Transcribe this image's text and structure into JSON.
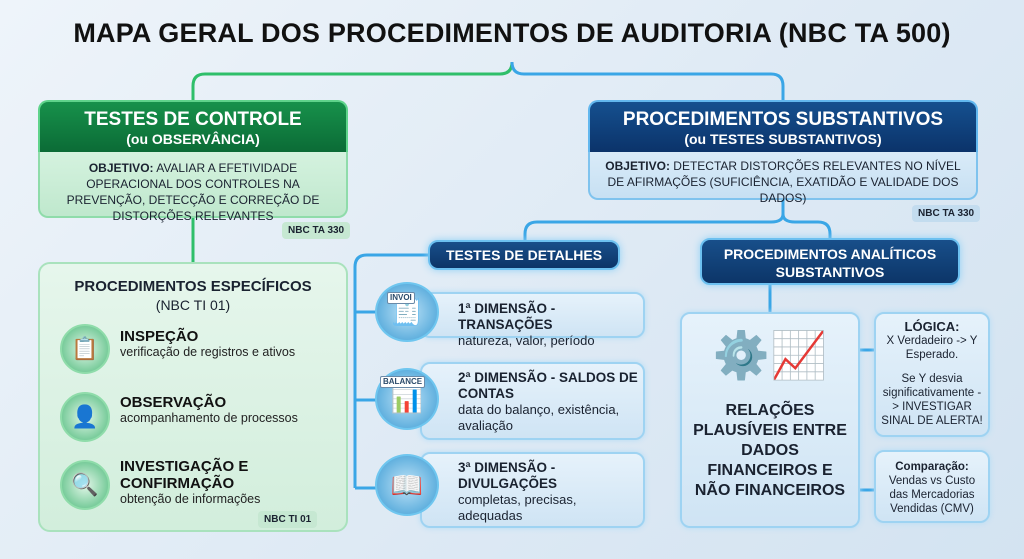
{
  "title": "MAPA GERAL DOS PROCEDIMENTOS DE AUDITORIA (NBC TA 500)",
  "controle": {
    "title": "TESTES DE CONTROLE",
    "subtitle": "(ou OBSERVÂNCIA)",
    "objective_label": "OBJETIVO:",
    "objective": " AVALIAR A EFETIVIDADE OPERACIONAL DOS CONTROLES NA PREVENÇÃO, DETECÇÃO E CORREÇÃO DE DISTORÇÕES RELEVANTES",
    "tag": "NBC TA 330",
    "color": "#0b6b36"
  },
  "especificos": {
    "title": "PROCEDIMENTOS ESPECÍFICOS",
    "subtitle": "(NBC TI 01)",
    "tag": "NBC TI 01",
    "items": [
      {
        "title": "INSPEÇÃO",
        "desc": "verificação de registros e ativos",
        "icon": "checklist-magnifier-icon"
      },
      {
        "title": "OBSERVAÇÃO",
        "desc": "acompanhamento de processos",
        "icon": "person-speech-icon"
      },
      {
        "title": "INVESTIGAÇÃO E CONFIRMAÇÃO",
        "desc": "obtenção de informações",
        "icon": "document-magnifier-icon"
      }
    ]
  },
  "substantivos": {
    "title": "PROCEDIMENTOS SUBSTANTIVOS",
    "subtitle": "(ou TESTES SUBSTANTIVOS)",
    "objective_label": "OBJETIVO:",
    "objective": " DETECTAR DISTORÇÕES RELEVANTES NO NÍVEL DE AFIRMAÇÕES (SUFICIÊNCIA, EXATIDÃO E VALIDADE DOS DADOS)",
    "tag": "NBC TA 330",
    "color": "#0b336a"
  },
  "detalhes": {
    "title": "TESTES DE DETALHES",
    "items": [
      {
        "title": "1ª DIMENSÃO - TRANSAÇÕES",
        "desc": "natureza, valor, período",
        "icon": "invoice-magnifier-icon",
        "icon_label": "INVOI"
      },
      {
        "title": "2ª DIMENSÃO - SALDOS DE CONTAS",
        "desc": "data do balanço, existência, avaliação",
        "icon": "balance-sheet-gears-icon",
        "icon_label": "BALANCE"
      },
      {
        "title": "3ª DIMENSÃO - DIVULGAÇÕES",
        "desc": "completas, precisas, adequadas",
        "icon": "open-book-pen-icon"
      }
    ]
  },
  "analiticos": {
    "title": "PROCEDIMENTOS ANALÍTICOS SUBSTANTIVOS",
    "main": "RELAÇÕES PLAUSÍVEIS ENTRE DADOS FINANCEIROS E NÃO FINANCEIROS",
    "icon": "analytics-gears-chart-icon",
    "logica": {
      "title": "LÓGICA:",
      "line1": "X Verdadeiro -> Y Esperado.",
      "line2": "Se Y desvia significativamente -> INVESTIGAR SINAL DE ALERTA!"
    },
    "comparacao": {
      "title": "Comparação:",
      "text": "Vendas vs Custo das Mercadorias Vendidas (CMV)"
    }
  }
}
